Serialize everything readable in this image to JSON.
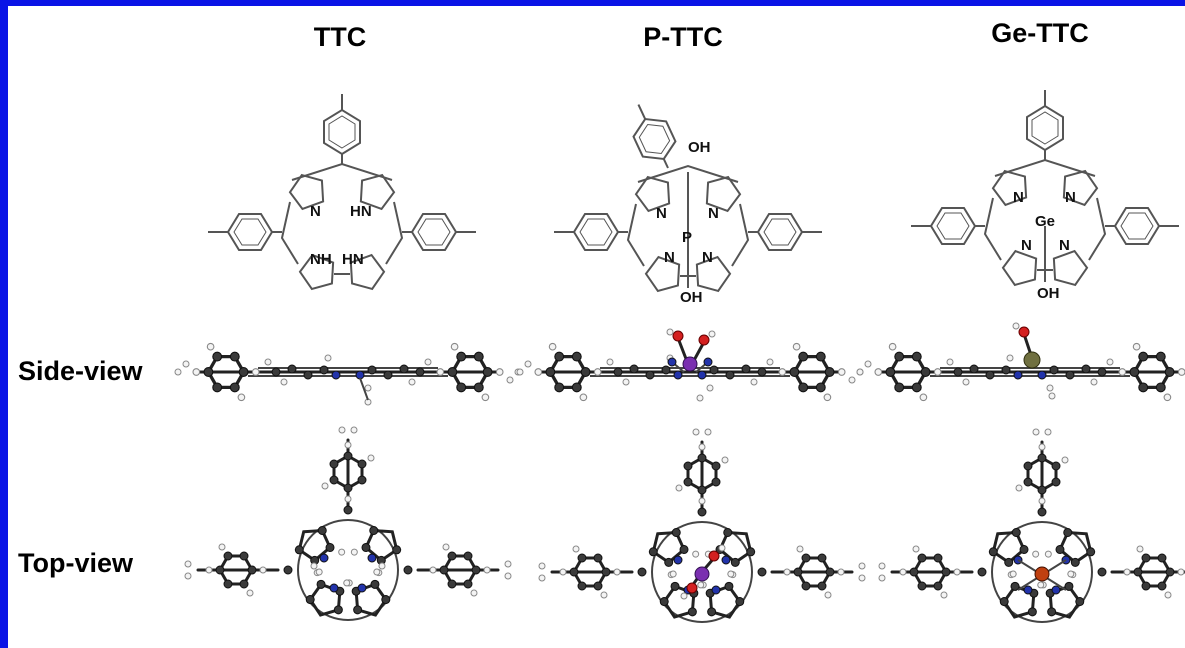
{
  "columns": [
    {
      "title": "TTC",
      "center": "",
      "axial_top": "",
      "axial_bottom": ""
    },
    {
      "title": "P-TTC",
      "center": "P",
      "axial_top": "OH",
      "axial_bottom": "OH"
    },
    {
      "title": "Ge-TTC",
      "center": "Ge",
      "axial_top": "",
      "axial_bottom": "OH"
    }
  ],
  "rows": {
    "side_view": "Side-view",
    "top_view": "Top-view"
  },
  "atom_labels": {
    "ttc": [
      "N",
      "HN",
      "NH",
      "HN"
    ],
    "p_ttc": [
      "N",
      "N",
      "N",
      "N"
    ],
    "ge_ttc": [
      "N",
      "N",
      "N",
      "N"
    ]
  },
  "colors": {
    "frame": "#0a14e6",
    "carbon": "#3a3a3a",
    "hydrogen": "#f4f4f4",
    "nitrogen": "#2233aa",
    "oxygen": "#d42020",
    "phosphorus": "#7a2fb0",
    "germanium": "#707040"
  }
}
